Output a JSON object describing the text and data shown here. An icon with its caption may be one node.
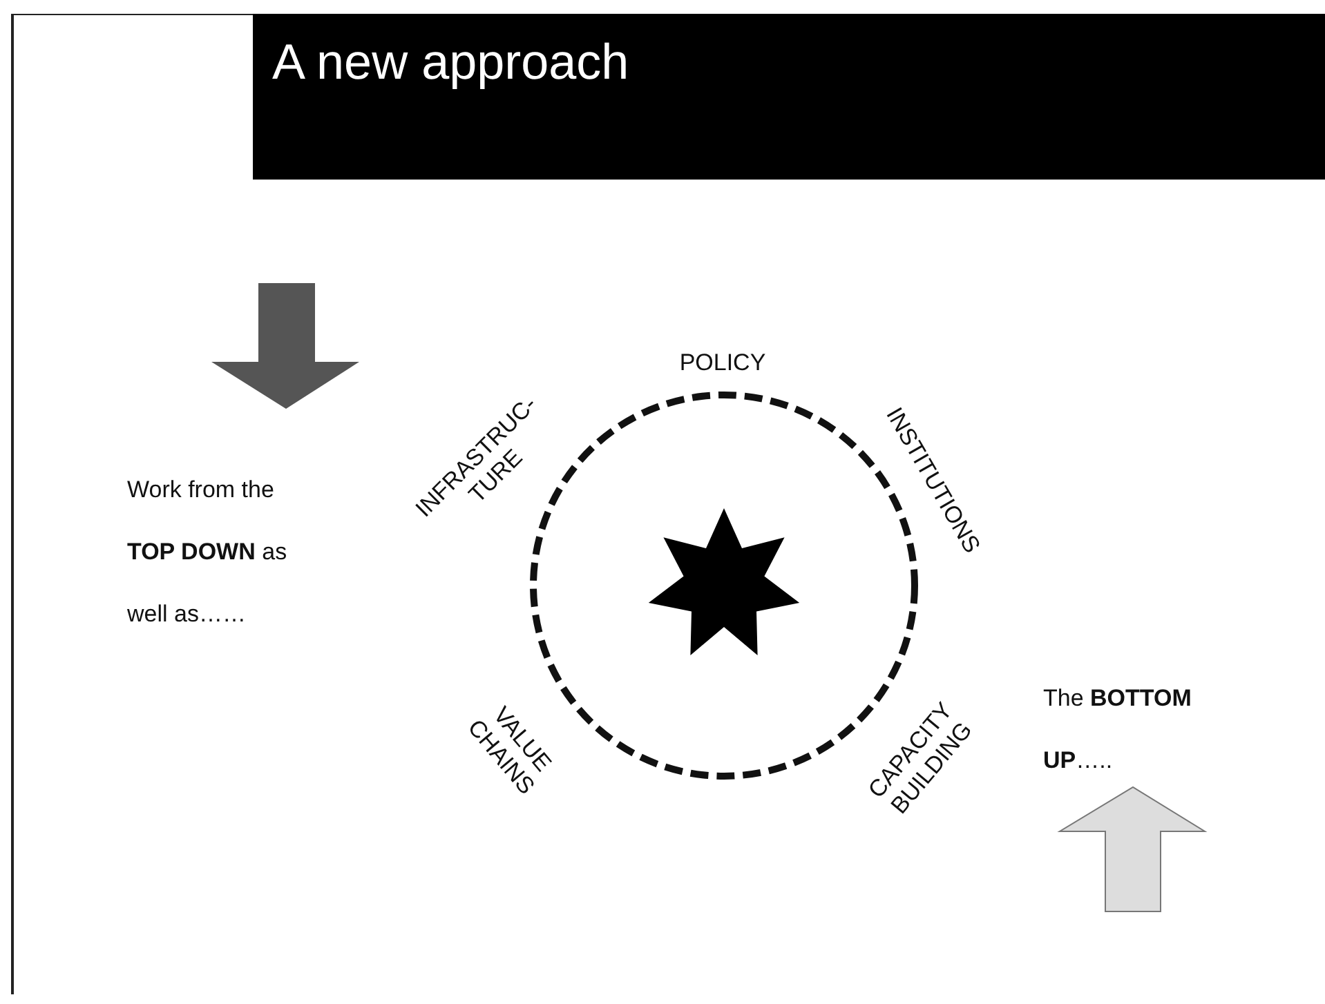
{
  "diagram": {
    "title": "A new approach",
    "nodes": [
      {
        "text": [],
        "shape": "star"
      }
    ],
    "labels": [
      "Work from the **TOP DOWN** as well as……",
      "POLICY",
      "INFRASTRUC- TURE",
      "INSTITUTIONS",
      "VALUE CHAINS",
      "CAPACITY BUILDING",
      "The **BOTTOM UP**….."
    ]
  }
}
